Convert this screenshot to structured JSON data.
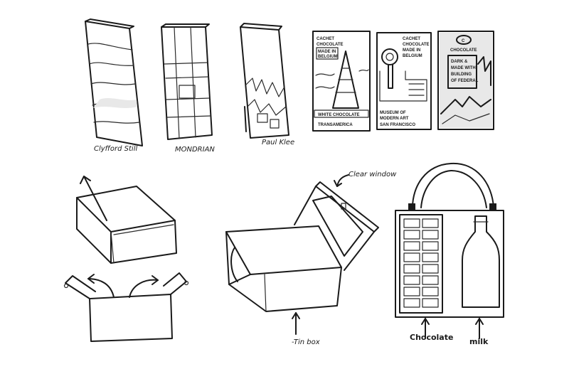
{
  "sketches_top": {
    "captions": [
      "Clyfford Still",
      "MONDRIAN",
      "Paul Klee"
    ],
    "bar4": {
      "brand": "CACHET",
      "sub": "CHOCOLATE",
      "made": "MADE IN",
      "country": "BELGIUM",
      "flavor": "WHITE CHOCOLATE",
      "bottom": "TRANSAMERICA"
    },
    "bar5": {
      "brand": "CACHET",
      "sub": "CHOCOLATE",
      "made": "MADE IN",
      "country": "BELGIUM",
      "museum1": "MUSEUM OF",
      "museum2": "MODERN ART",
      "city": "SAN FRANCISCO"
    },
    "bar6": {
      "logo": "C",
      "sub": "CHOCOLATE",
      "line1": "DARK &",
      "line2": "MADE WITH",
      "line3": "BUILDING",
      "line4": "OF FEDERAL"
    }
  },
  "sketches_bottom": {
    "clear_window": "Clear window",
    "tin_box": "-Tin box",
    "chocolate": "Chocolate",
    "milk": "milk"
  }
}
